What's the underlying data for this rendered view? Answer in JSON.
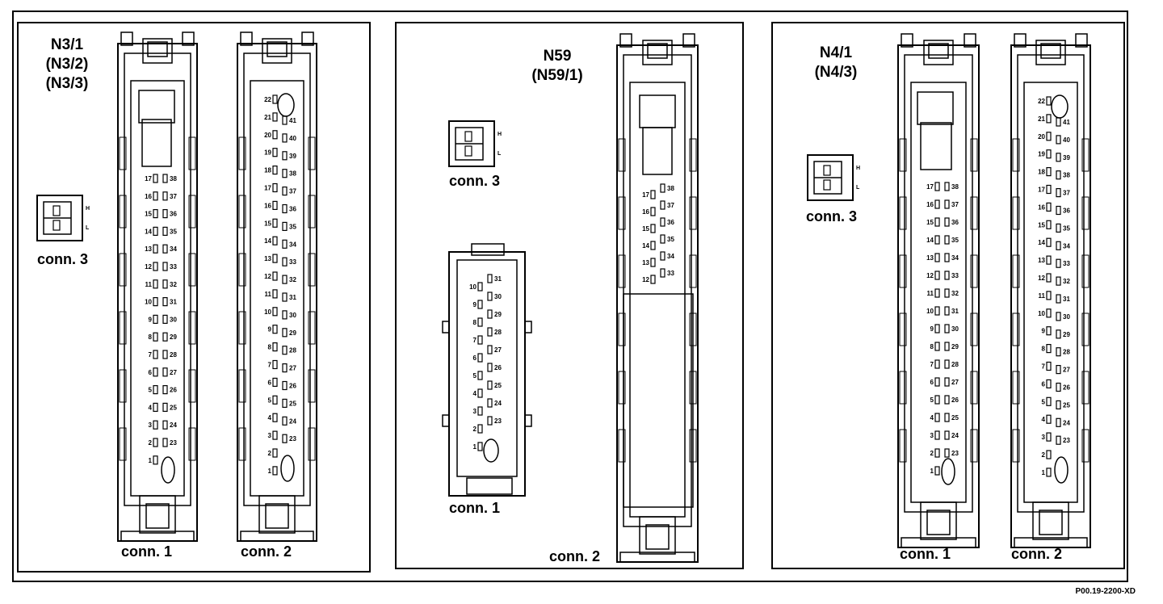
{
  "figure": {
    "reference_code": "P00.19-2200-XD",
    "panels": [
      {
        "title_lines": [
          "N3/1",
          "(N3/2)",
          "(N3/3)"
        ],
        "connectors": [
          {
            "label": "conn. 1"
          },
          {
            "label": "conn. 2"
          },
          {
            "label": "conn. 3",
            "pin_marks": [
              "H",
              "L"
            ]
          }
        ]
      },
      {
        "title_lines": [
          "N59",
          "(N59/1)"
        ],
        "connectors": [
          {
            "label": "conn. 1"
          },
          {
            "label": "conn. 2"
          },
          {
            "label": "conn. 3",
            "pin_marks": [
              "H",
              "L"
            ]
          }
        ]
      },
      {
        "title_lines": [
          "N4/1",
          "(N4/3)"
        ],
        "connectors": [
          {
            "label": "conn. 1"
          },
          {
            "label": "conn. 2"
          },
          {
            "label": "conn. 3",
            "pin_marks": [
              "H",
              "L"
            ]
          }
        ]
      }
    ]
  }
}
